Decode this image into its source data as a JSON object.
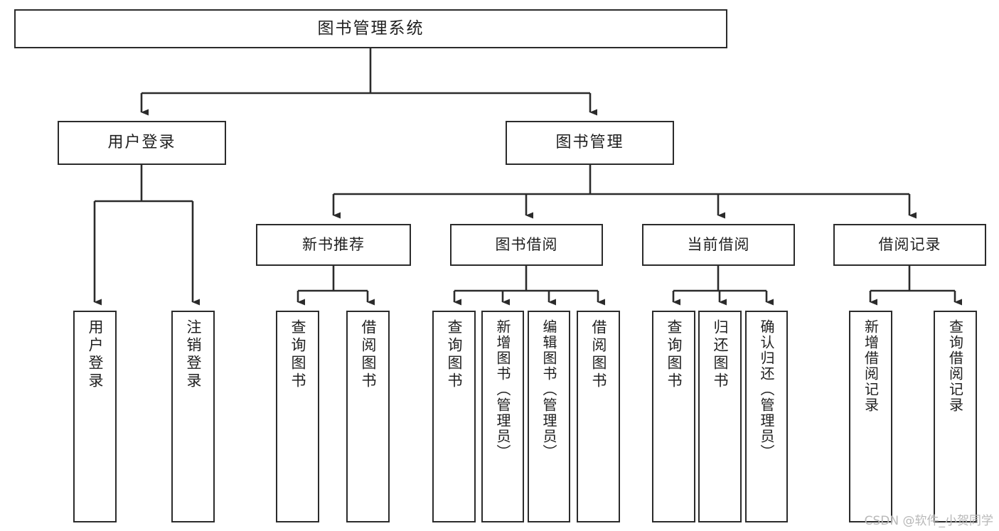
{
  "diagram": {
    "type": "tree",
    "title": "图书管理系统",
    "orientation": "top-down",
    "colors": {
      "background": "#ffffff",
      "box_border": "#2b2b2b",
      "box_fill": "#ffffff",
      "connector": "#2b2b2b",
      "text": "#1f1f1f",
      "watermark": "#b8b8b8"
    },
    "root": {
      "label": "图书管理系统"
    },
    "level2": [
      {
        "label": "用户登录"
      },
      {
        "label": "图书管理"
      }
    ],
    "level3": [
      {
        "label": "新书推荐"
      },
      {
        "label": "图书借阅"
      },
      {
        "label": "当前借阅"
      },
      {
        "label": "借阅记录"
      }
    ],
    "leaves_user_login": [
      {
        "label": "用户登录"
      },
      {
        "label": "注销登录"
      }
    ],
    "leaves_new_book": [
      {
        "label": "查询图书"
      },
      {
        "label": "借阅图书"
      }
    ],
    "leaves_book_borrow": [
      {
        "label": "查询图书"
      },
      {
        "label": "新增图书（管理员）"
      },
      {
        "label": "编辑图书（管理员）"
      },
      {
        "label": "借阅图书"
      }
    ],
    "leaves_current_borrow": [
      {
        "label": "查询图书"
      },
      {
        "label": "归还图书"
      },
      {
        "label": "确认归还（管理员）"
      }
    ],
    "leaves_borrow_record": [
      {
        "label": "新增借阅记录"
      },
      {
        "label": "查询借阅记录"
      }
    ]
  },
  "watermark": {
    "text": "CSDN @软件_小贺同学"
  }
}
